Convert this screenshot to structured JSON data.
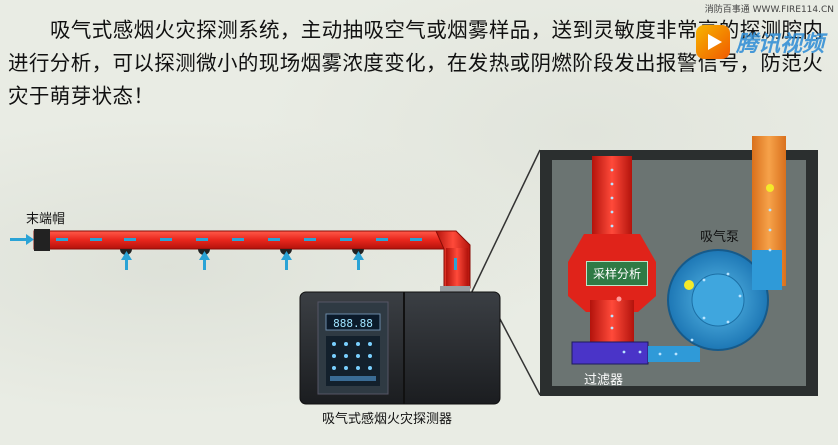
{
  "intro_text": "吸气式感烟火灾探测系统，主动抽吸空气或烟雾样品，送到灵敏度非常高的探测腔内进行分析，可以探测微小的现场烟雾浓度变化，在发热或阴燃阶段发出报警信号，防范火灾于萌芽状态！",
  "watermark": {
    "site": "消防百事通  WWW.FIRE114.CN",
    "logo_text": "腾讯视频"
  },
  "labels": {
    "end_cap": "末端帽",
    "detector": "吸气式感烟火灾探测器",
    "sampling": "采样分析",
    "pump": "吸气泵",
    "filter": "过滤器"
  },
  "panel_display": "888.88",
  "colors": {
    "pipe": "#e8261c",
    "airflow": "#2aa3d6",
    "chamber_frame": "#2b2f2f",
    "chamber_inner": "#6a7270",
    "exhaust": "#f08a2a",
    "fan": "#2f9ad8",
    "filter": "#4a34c8",
    "label_box": "#2f7a45"
  }
}
